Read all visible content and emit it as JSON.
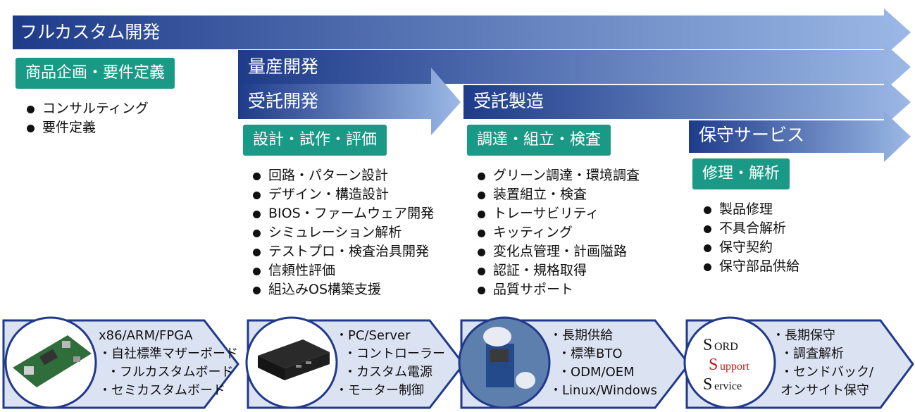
{
  "arrows": {
    "full_custom": "フルカスタム開発",
    "mass_production": "量産開発",
    "contract_dev": "受託開発",
    "contract_mfg": "受託製造",
    "maintenance_service": "保守サービス"
  },
  "tags": {
    "planning": "商品企画・要件定義",
    "design": "設計・試作・評価",
    "procurement": "調達・組立・検査",
    "repair": "修理・解析"
  },
  "lists": {
    "planning": [
      "コンサルティング",
      "要件定義"
    ],
    "design": [
      "回路・パターン設計",
      "デザイン・構造設計",
      "BIOS・ファームウェア開発",
      "シミュレーション解析",
      "テストプロ・検査治具開発",
      "信頼性評価",
      "組込みOS構築支援"
    ],
    "procurement": [
      "グリーン調達・環境調査",
      "装置組立・検査",
      "トレーサビリティ",
      "キッティング",
      "変化点管理・計画隘路",
      "認証・規格取得",
      "品質サポート"
    ],
    "repair": [
      "製品修理",
      "不具合解析",
      "保守契約",
      "保守部品供給"
    ]
  },
  "bottom": {
    "board": [
      "x86/ARM/FPGA",
      "・自社標準マザーボード",
      "・フルカスタムボード",
      "・セミカスタムボード"
    ],
    "pc": [
      "・PC/Server",
      "・コントローラー",
      "・カスタム電源",
      "・モーター制御"
    ],
    "mfg": [
      "・長期供給",
      "・標準BTO",
      "・ODM/OEM",
      "・Linux/Windows"
    ],
    "support": [
      "・長期保守",
      "・調査解析",
      "・センドバック/",
      "オンサイト保守"
    ]
  },
  "logo": {
    "line1": "ORD",
    "line2": "upport",
    "line3": "ervice",
    "initials": [
      "S",
      "S",
      "S"
    ]
  },
  "colors": {
    "arrow_dark": "#1e3b8a",
    "arrow_light": "#9bb8e6",
    "tag": "#1a9a86",
    "panel": "#dbe3f3",
    "panel_border": "#20398a"
  }
}
